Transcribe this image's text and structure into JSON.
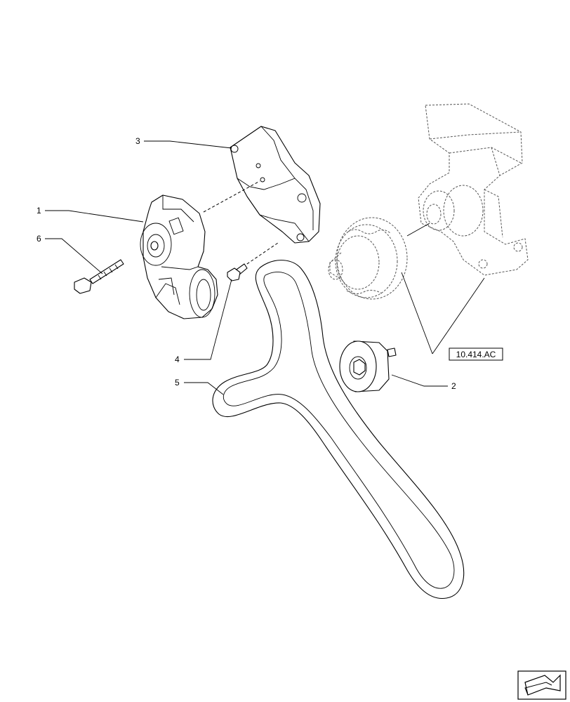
{
  "callouts": [
    {
      "id": "1",
      "label": "1"
    },
    {
      "id": "2",
      "label": "2"
    },
    {
      "id": "3",
      "label": "3"
    },
    {
      "id": "4",
      "label": "4"
    },
    {
      "id": "5",
      "label": "5"
    },
    {
      "id": "6",
      "label": "6"
    }
  ],
  "reference": {
    "label": "10.414.AC"
  },
  "nav_icon": "next-page-arrow-icon"
}
